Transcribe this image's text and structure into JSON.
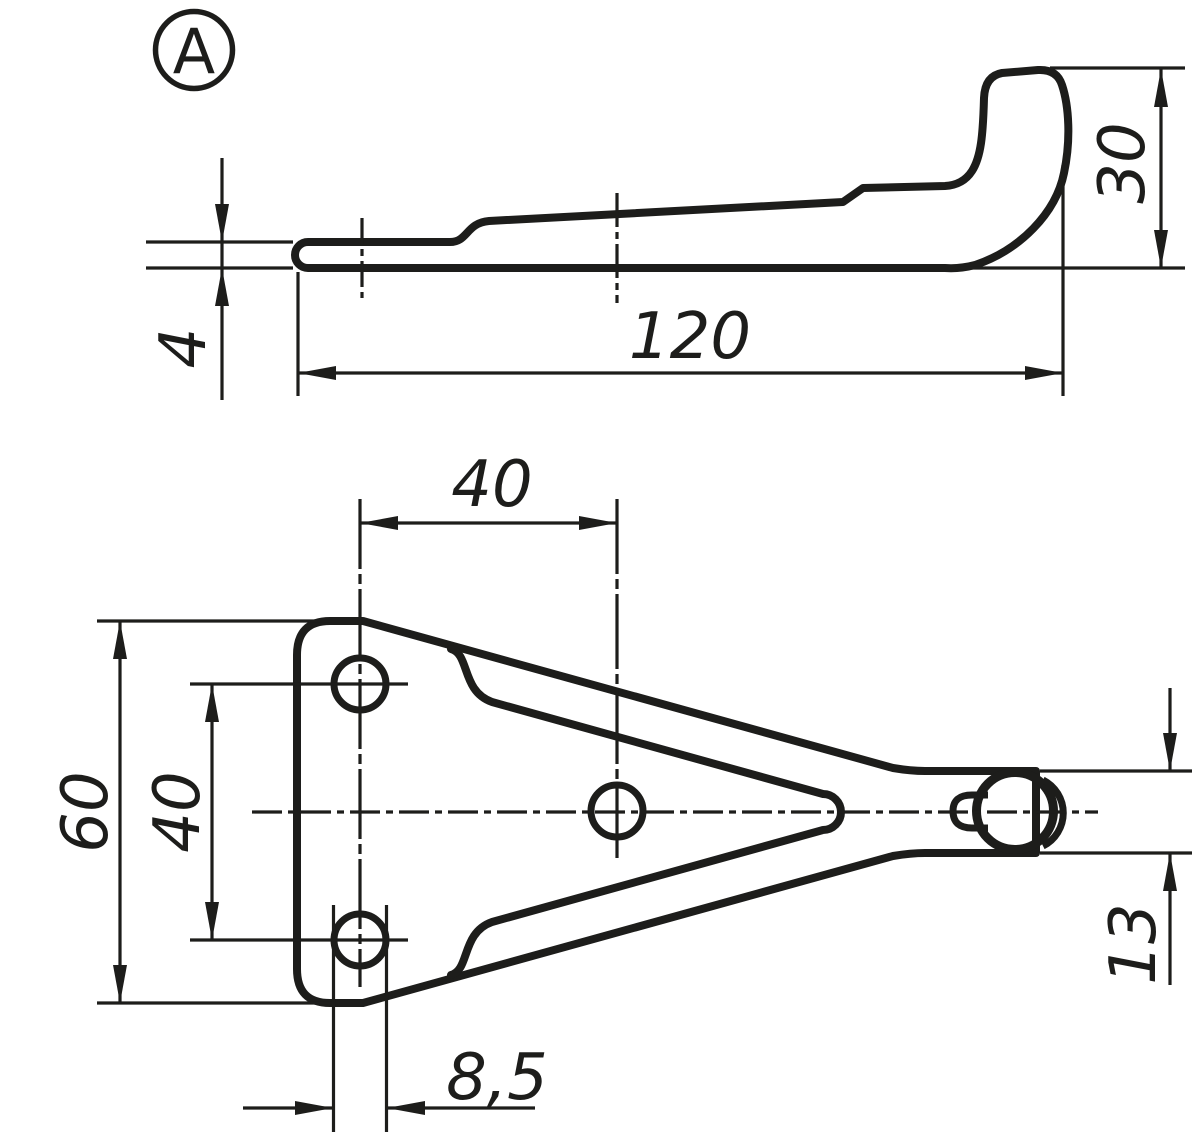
{
  "drawing_type": "technical-dimension-drawing",
  "detail_marker": {
    "label": "A"
  },
  "side_view": {
    "description": "side profile of sheet-metal hook bracket",
    "dimensions": {
      "thickness": "4",
      "overall_length": "120",
      "hook_height": "30"
    }
  },
  "plan_view": {
    "description": "top view of triangular bracket plate with cutout, three holes and hook eye",
    "dimensions": {
      "hole_pitch_horizontal": "40",
      "plate_width": "60",
      "hole_pitch_vertical": "40",
      "hole_diameter": "8,5",
      "eye_width": "13"
    }
  },
  "colors": {
    "line": "#1d1d1b",
    "background": "#ffffff"
  }
}
